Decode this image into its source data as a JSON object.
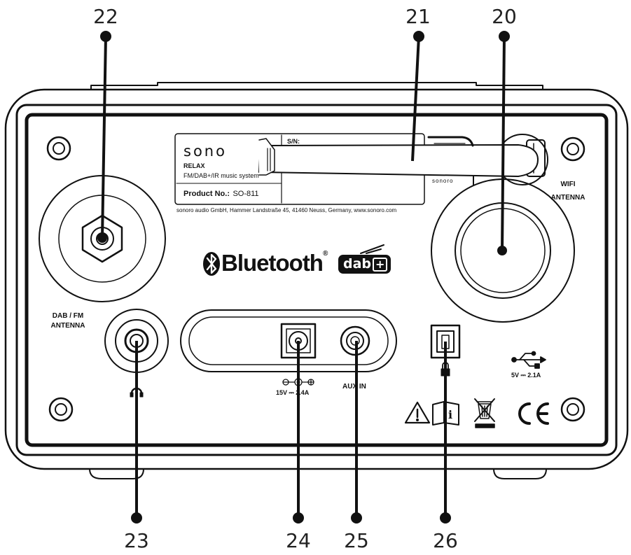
{
  "callouts": {
    "c20": "20",
    "c21": "21",
    "c22": "22",
    "c23": "23",
    "c24": "24",
    "c25": "25",
    "c26": "26"
  },
  "label_sticker": {
    "brand": "sono",
    "model": "RELAX",
    "description": "FM/DAB+/IR music system",
    "serial_label": "S/N:",
    "product_label": "Product No.:",
    "product_value": "SO-811"
  },
  "address_line": "sonoro audio GmbH, Hammer Landstraße 45, 41460 Neuss, Germany, www.sonoro.com",
  "antenna_mark": "sonoro",
  "logos": {
    "bluetooth": "Bluetooth",
    "bluetooth_reg": "®",
    "dab": "dab",
    "dab_plus": "+"
  },
  "labels": {
    "dab_fm_1": "DAB / FM",
    "dab_fm_2": "ANTENNA",
    "wifi_1": "WIFI",
    "wifi_2": "ANTENNA",
    "power_rating": "15V ⎓ 2.4A",
    "aux_in": "AUX IN",
    "usb_rating": "5V ⎓ 2.1A",
    "ce_mark": "CE"
  },
  "icons": [
    "bluetooth-icon",
    "headphone-icon",
    "usb-icon",
    "warning-icon",
    "manual-icon",
    "weee-bin-icon",
    "polarity-icon",
    "lock-icon"
  ]
}
